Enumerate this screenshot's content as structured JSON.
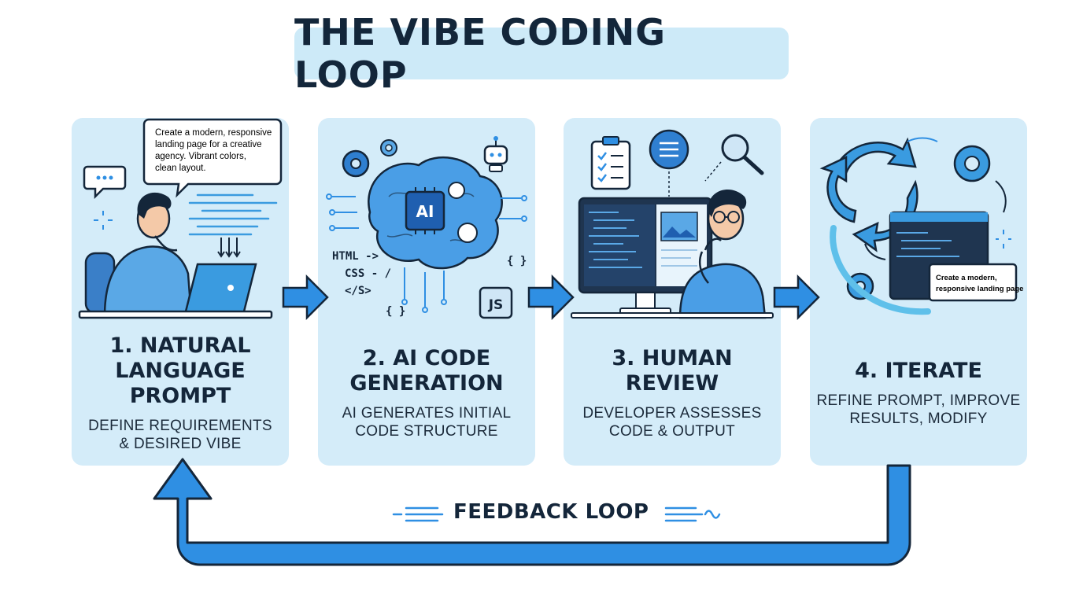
{
  "title": "THE VIBE CODING LOOP",
  "steps": [
    {
      "title_lines": [
        "1. NATURAL",
        "LANGUAGE",
        "PROMPT"
      ],
      "desc_lines": [
        "DEFINE REQUIREMENTS",
        "& DESIRED VIBE"
      ],
      "bubble_lines": [
        "Create a modern, responsive",
        "landing page for a creative",
        "agency. Vibrant colors,",
        "clean layout."
      ]
    },
    {
      "title_lines": [
        "2. AI CODE",
        "GENERATION"
      ],
      "desc_lines": [
        "AI GENERATES INITIAL",
        "CODE STRUCTURE"
      ],
      "chip_label": "AI",
      "code_labels": [
        "HTML ->",
        "CSS - /",
        "</S>",
        "{ }",
        "{ }",
        "JS"
      ]
    },
    {
      "title_lines": [
        "3. HUMAN",
        "REVIEW"
      ],
      "desc_lines": [
        "DEVELOPER ASSESSES",
        "CODE & OUTPUT"
      ]
    },
    {
      "title_lines": [
        "4. ITERATE"
      ],
      "desc_lines": [
        "REFINE PROMPT, IMPROVE",
        "RESULTS, MODIFY"
      ],
      "popup_lines": [
        "Create a modern,",
        "responsive landing page"
      ]
    }
  ],
  "feedback_label": "FEEDBACK LOOP",
  "colors": {
    "card_bg": "#d4ecf9",
    "title_bg": "#cdeaf8",
    "arrow_blue": "#2f8fe3",
    "outline": "#14263a",
    "accent_blue": "#3a9be0"
  }
}
